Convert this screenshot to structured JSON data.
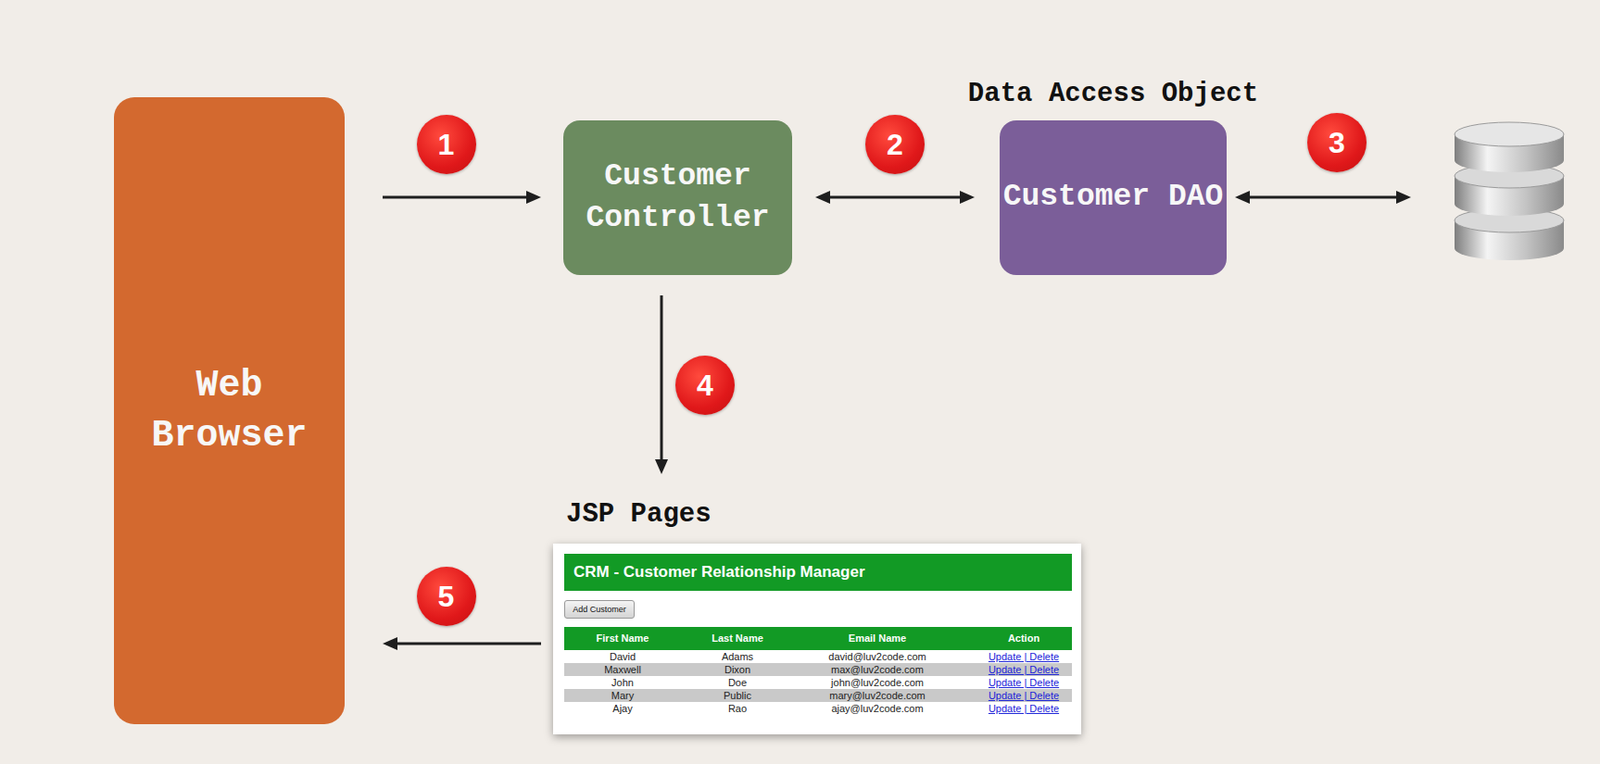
{
  "diagram": {
    "nodes": [
      {
        "text": [
          "Web Browser"
        ]
      },
      {
        "text": [
          "Customer Controller"
        ]
      },
      {
        "text": [
          "Data Access Object",
          "Customer DAO"
        ]
      },
      {
        "text": [
          "JSP Pages"
        ]
      },
      {
        "text": [
          "CRM - Customer Relationship Manager"
        ],
        "in": 3
      },
      {
        "text": [
          "Add Customer"
        ],
        "in": 3
      }
    ],
    "edges": [
      {
        "from": 0,
        "to": 1,
        "arrow": "to",
        "label": "1"
      },
      {
        "from": 1,
        "to": 2,
        "arrow": "both",
        "label": "2"
      },
      {
        "from": 1,
        "to": 3,
        "arrow": "to",
        "label": "4"
      },
      {
        "from": 3,
        "to": 0,
        "arrow": "to",
        "label": "5"
      }
    ],
    "labels": [
      "3",
      "First Name",
      "Last Name",
      "Email Name",
      "Action",
      "David",
      "Adams",
      "david@luv2code.com",
      "Update | Delete",
      "Maxwell",
      "Dixon",
      "max@luv2code.com",
      "Update | Delete",
      "John",
      "Doe",
      "john@luv2code.com",
      "Update | Delete",
      "Mary",
      "Public",
      "mary@luv2code.com",
      "Update | Delete",
      "Ajay",
      "Rao",
      "ajay@luv2code.com",
      "Update | Delete"
    ]
  }
}
